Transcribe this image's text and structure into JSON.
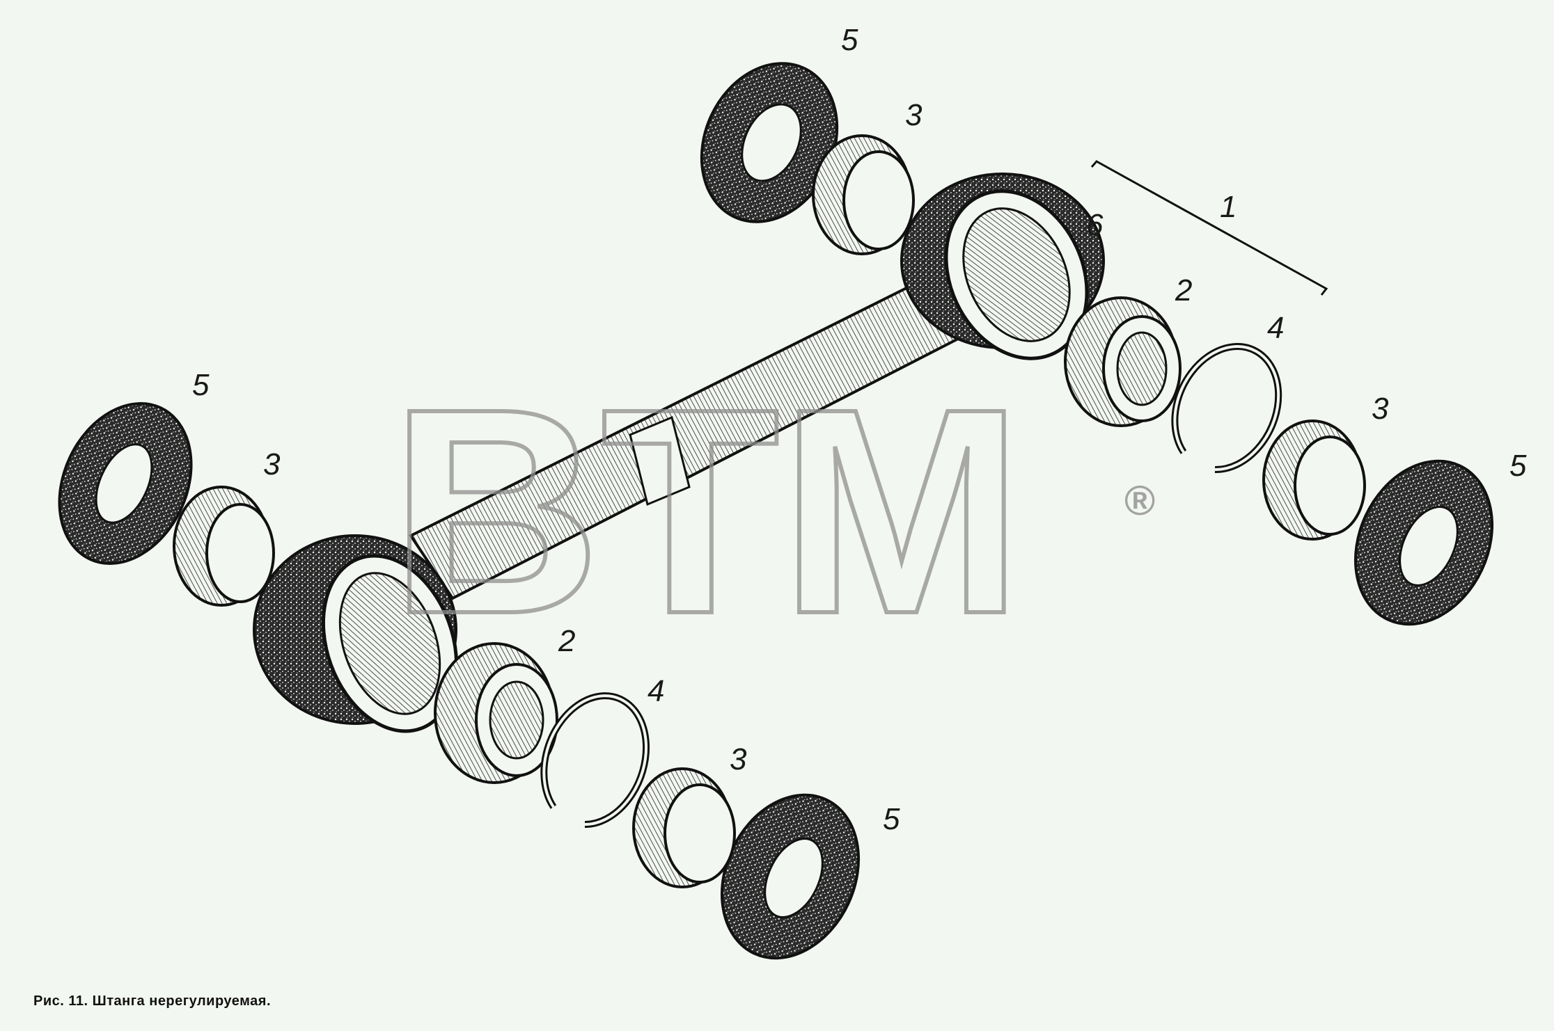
{
  "caption": "Рис. 11. Штанга нерегулируемая.",
  "watermark": {
    "text": "BTM",
    "mark": "®"
  },
  "callouts": {
    "n1": "1",
    "n2a": "2",
    "n2b": "2",
    "n3a": "3",
    "n3b": "3",
    "n3c": "3",
    "n3d": "3",
    "n4a": "4",
    "n4b": "4",
    "n5a": "5",
    "n5b": "5",
    "n5c": "5",
    "n5d": "5",
    "n6": "6"
  },
  "colors": {
    "ink": "#1a1a1a",
    "paper": "#f3f7f1",
    "watermark": "#8f8f8f"
  }
}
